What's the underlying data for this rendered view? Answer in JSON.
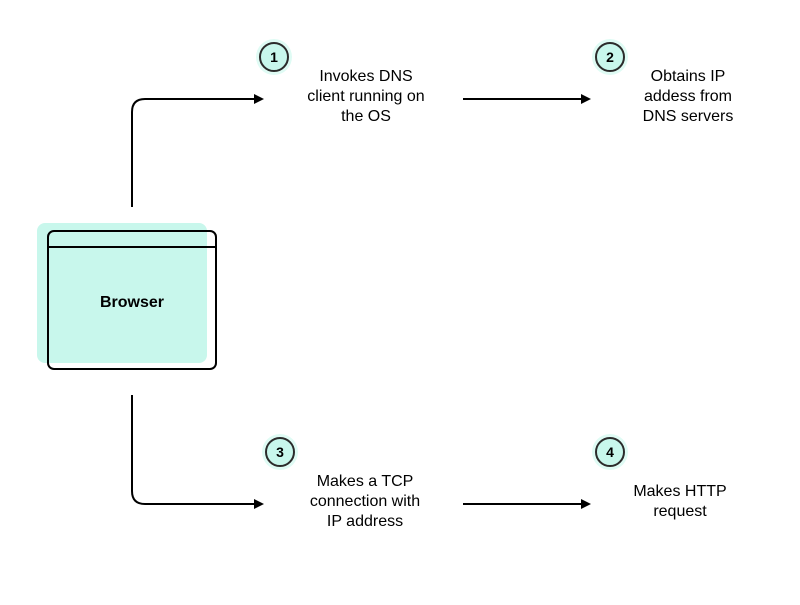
{
  "browser": {
    "label": "Browser"
  },
  "steps": [
    {
      "number": "1",
      "text": "Invokes DNS\nclient running on\nthe OS"
    },
    {
      "number": "2",
      "text": "Obtains IP\naddess  from\nDNS servers"
    },
    {
      "number": "3",
      "text": "Makes a TCP\nconnection with\nIP address"
    },
    {
      "number": "4",
      "text": "Makes HTTP\nrequest"
    }
  ],
  "colors": {
    "accent": "#c8f7ec",
    "stroke": "#000000"
  }
}
